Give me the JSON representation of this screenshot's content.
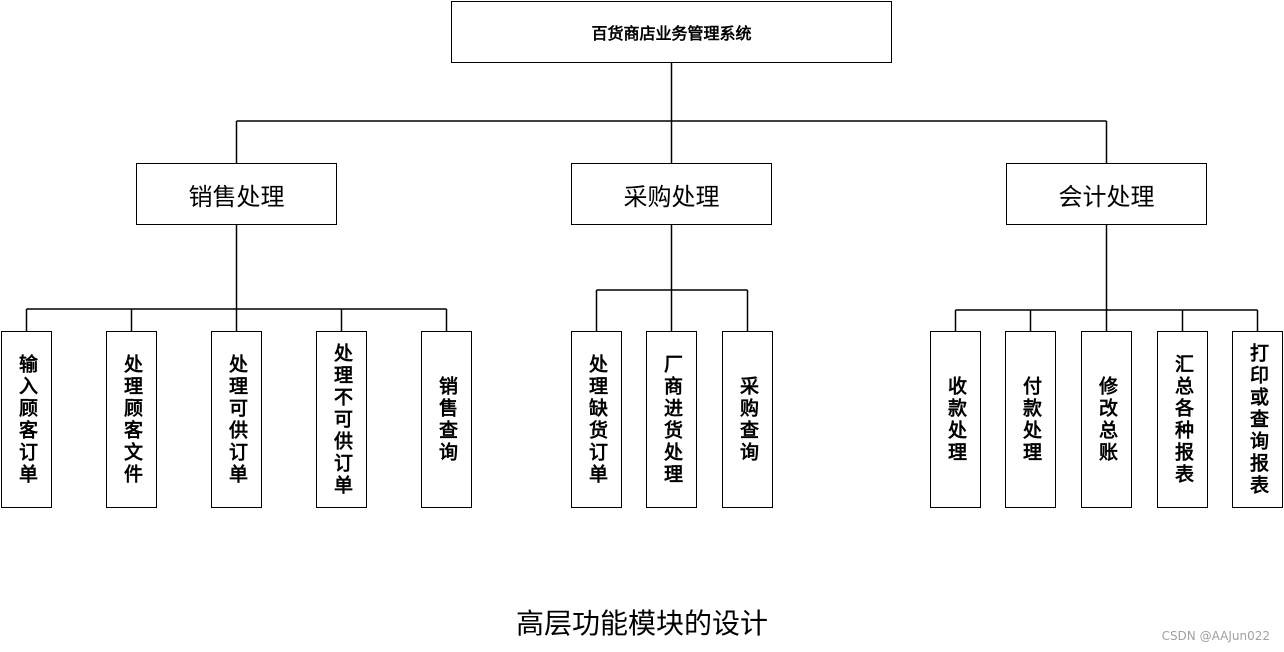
{
  "root": {
    "label": "百货商店业务管理系统"
  },
  "branches": [
    {
      "label": "销售处理",
      "children": [
        "输入顾客订单",
        "处理顾客文件",
        "处理可供订单",
        "处理不可供订单",
        "销售查询"
      ]
    },
    {
      "label": "采购处理",
      "children": [
        "处理缺货订单",
        "厂商进货处理",
        "采购查询"
      ]
    },
    {
      "label": "会计处理",
      "children": [
        "收款处理",
        "付款处理",
        "修改总账",
        "汇总各种报表",
        "打印或查询报表"
      ]
    }
  ],
  "caption": "高层功能模块的设计",
  "watermark": "CSDN @AAJun022"
}
